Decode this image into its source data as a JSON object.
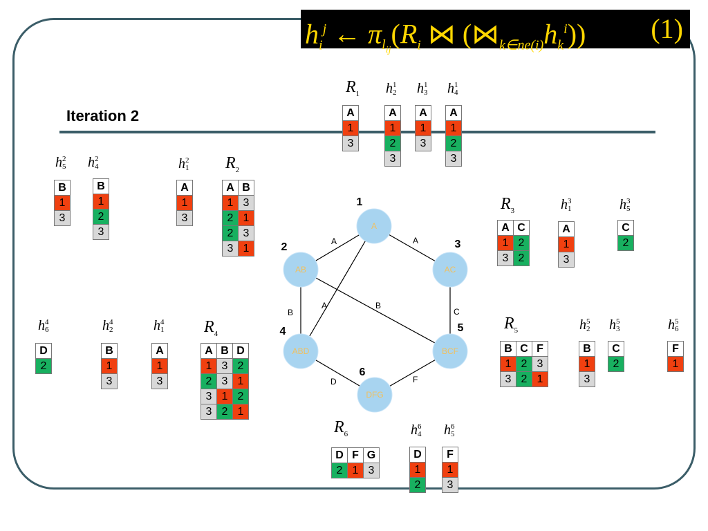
{
  "formula": {
    "h": "h",
    "h_sub": "i",
    "h_sup": "j",
    "arrow": "←",
    "pi": "π",
    "pi_sub": "l",
    "pi_subsub": "ij",
    "R": "R",
    "R_sub": "i",
    "join": "⋈",
    "join2": "⋈",
    "join2_sub": "k∈ne(i)",
    "hk": "h",
    "hk_sub": "k",
    "hk_sup": "i",
    "open1": "(",
    "open2": "(",
    "close": "))",
    "number": "(1)"
  },
  "iteration_title": "Iteration 2",
  "colors": {
    "frame": "#3b5d68",
    "red": "#f04010",
    "green": "#18b060",
    "grey": "#d8d8d8",
    "node": "#a8d4f0",
    "formula_text": "#ffd700"
  },
  "graph": {
    "nodes": [
      {
        "num": "1",
        "label": "A"
      },
      {
        "num": "2",
        "label": "AB"
      },
      {
        "num": "3",
        "label": "AC"
      },
      {
        "num": "4",
        "label": "ABD"
      },
      {
        "num": "5",
        "label": "BCF"
      },
      {
        "num": "6",
        "label": "DFG"
      }
    ],
    "edges": [
      {
        "label": "A"
      },
      {
        "label": "A"
      },
      {
        "label": "B"
      },
      {
        "label": "A"
      },
      {
        "label": "B"
      },
      {
        "label": "C"
      },
      {
        "label": "D"
      },
      {
        "label": "F"
      }
    ]
  },
  "tables": [
    {
      "name": "R",
      "sub": "1",
      "sup": "",
      "kind": "R",
      "headers": [
        "A"
      ],
      "rows": [
        [
          "1"
        ],
        [
          "3"
        ]
      ]
    },
    {
      "name": "h",
      "sub": "2",
      "sup": "1",
      "kind": "h",
      "headers": [
        "A"
      ],
      "rows": [
        [
          "1"
        ],
        [
          "2"
        ],
        [
          "3"
        ]
      ]
    },
    {
      "name": "h",
      "sub": "3",
      "sup": "1",
      "kind": "h",
      "headers": [
        "A"
      ],
      "rows": [
        [
          "1"
        ],
        [
          "3"
        ]
      ]
    },
    {
      "name": "h",
      "sub": "4",
      "sup": "1",
      "kind": "h",
      "headers": [
        "A"
      ],
      "rows": [
        [
          "1"
        ],
        [
          "2"
        ],
        [
          "3"
        ]
      ]
    },
    {
      "name": "h",
      "sub": "5",
      "sup": "2",
      "kind": "h",
      "headers": [
        "B"
      ],
      "rows": [
        [
          "1"
        ],
        [
          "3"
        ]
      ]
    },
    {
      "name": "h",
      "sub": "4",
      "sup": "2",
      "kind": "h",
      "headers": [
        "B"
      ],
      "rows": [
        [
          "1"
        ],
        [
          "2"
        ],
        [
          "3"
        ]
      ]
    },
    {
      "name": "h",
      "sub": "1",
      "sup": "2",
      "kind": "h",
      "headers": [
        "A"
      ],
      "rows": [
        [
          "1"
        ],
        [
          "3"
        ]
      ]
    },
    {
      "name": "R",
      "sub": "2",
      "sup": "",
      "kind": "R",
      "headers": [
        "A",
        "B"
      ],
      "rows": [
        [
          "1",
          "3"
        ],
        [
          "2",
          "1"
        ],
        [
          "2",
          "3"
        ],
        [
          "3",
          "1"
        ]
      ]
    },
    {
      "name": "R",
      "sub": "3",
      "sup": "",
      "kind": "R",
      "headers": [
        "A",
        "C"
      ],
      "rows": [
        [
          "1",
          "2"
        ],
        [
          "3",
          "2"
        ]
      ]
    },
    {
      "name": "h",
      "sub": "1",
      "sup": "3",
      "kind": "h",
      "headers": [
        "A"
      ],
      "rows": [
        [
          "1"
        ],
        [
          "3"
        ]
      ]
    },
    {
      "name": "h",
      "sub": "5",
      "sup": "3",
      "kind": "h",
      "headers": [
        "C"
      ],
      "rows": [
        [
          "2"
        ]
      ]
    },
    {
      "name": "h",
      "sub": "6",
      "sup": "4",
      "kind": "h",
      "headers": [
        "D"
      ],
      "rows": [
        [
          "2"
        ]
      ]
    },
    {
      "name": "h",
      "sub": "2",
      "sup": "4",
      "kind": "h",
      "headers": [
        "B"
      ],
      "rows": [
        [
          "1"
        ],
        [
          "3"
        ]
      ]
    },
    {
      "name": "h",
      "sub": "1",
      "sup": "4",
      "kind": "h",
      "headers": [
        "A"
      ],
      "rows": [
        [
          "1"
        ],
        [
          "3"
        ]
      ]
    },
    {
      "name": "R",
      "sub": "4",
      "sup": "",
      "kind": "R",
      "headers": [
        "A",
        "B",
        "D"
      ],
      "rows": [
        [
          "1",
          "3",
          "2"
        ],
        [
          "2",
          "3",
          "1"
        ],
        [
          "3",
          "1",
          "2"
        ],
        [
          "3",
          "2",
          "1"
        ]
      ]
    },
    {
      "name": "R",
      "sub": "5",
      "sup": "",
      "kind": "R",
      "headers": [
        "B",
        "C",
        "F"
      ],
      "rows": [
        [
          "1",
          "2",
          "3"
        ],
        [
          "3",
          "2",
          "1"
        ]
      ]
    },
    {
      "name": "h",
      "sub": "2",
      "sup": "5",
      "kind": "h",
      "headers": [
        "B"
      ],
      "rows": [
        [
          "1"
        ],
        [
          "3"
        ]
      ]
    },
    {
      "name": "h",
      "sub": "3",
      "sup": "5",
      "kind": "h",
      "headers": [
        "C"
      ],
      "rows": [
        [
          "2"
        ]
      ]
    },
    {
      "name": "h",
      "sub": "6",
      "sup": "5",
      "kind": "h",
      "headers": [
        "F"
      ],
      "rows": [
        [
          "1"
        ]
      ]
    },
    {
      "name": "R",
      "sub": "6",
      "sup": "",
      "kind": "R",
      "headers": [
        "D",
        "F",
        "G"
      ],
      "rows": [
        [
          "2",
          "1",
          "3"
        ]
      ]
    },
    {
      "name": "h",
      "sub": "4",
      "sup": "6",
      "kind": "h",
      "headers": [
        "D"
      ],
      "rows": [
        [
          "1"
        ],
        [
          "2"
        ]
      ]
    },
    {
      "name": "h",
      "sub": "5",
      "sup": "6",
      "kind": "h",
      "headers": [
        "F"
      ],
      "rows": [
        [
          "1"
        ],
        [
          "3"
        ]
      ]
    }
  ]
}
